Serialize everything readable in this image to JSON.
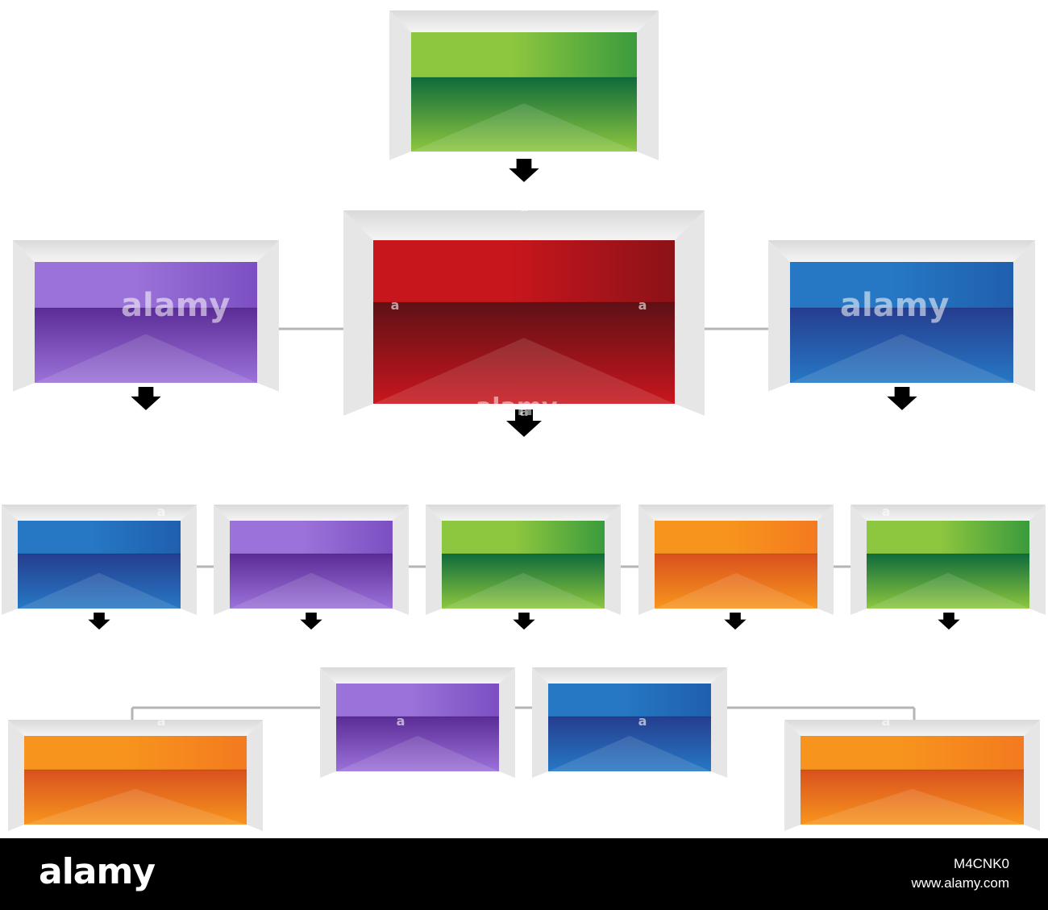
{
  "watermark": {
    "brand": "alamy",
    "mark": "a"
  },
  "footer": {
    "logo": "alamy",
    "image_id": "M4CNK0",
    "url": "www.alamy.com"
  },
  "palette": {
    "green": [
      "#8dc63f",
      "#3a9b3d",
      "#0e6b3b"
    ],
    "red": [
      "#c8161d",
      "#8b1217",
      "#5e1116"
    ],
    "purple": [
      "#9b72d9",
      "#7b4fc2",
      "#5b2c96"
    ],
    "blue": [
      "#2678c4",
      "#1f5fae",
      "#263d8f"
    ],
    "orange": [
      "#f7941d",
      "#f47a1f",
      "#d9501e"
    ]
  },
  "diagram": {
    "type": "org-chart",
    "boxes": [
      {
        "id": "top",
        "color": "green"
      },
      {
        "id": "mid-left",
        "color": "purple"
      },
      {
        "id": "mid-center",
        "color": "red"
      },
      {
        "id": "mid-right",
        "color": "blue"
      },
      {
        "id": "row3-1",
        "color": "blue"
      },
      {
        "id": "row3-2",
        "color": "purple"
      },
      {
        "id": "row3-3",
        "color": "green"
      },
      {
        "id": "row3-4",
        "color": "orange"
      },
      {
        "id": "row3-5",
        "color": "green"
      },
      {
        "id": "row4-left",
        "color": "orange"
      },
      {
        "id": "row4-purple",
        "color": "purple"
      },
      {
        "id": "row4-blue",
        "color": "blue"
      },
      {
        "id": "row4-right",
        "color": "orange"
      }
    ],
    "arrows": [
      "top→mid-center",
      "mid-left→down",
      "mid-center→row3",
      "mid-right→down",
      "row3-1→down",
      "row3-2→down",
      "row3-3→down",
      "row3-4→down",
      "row3-5→down"
    ],
    "connectors": [
      "mid-left—mid-center",
      "mid-center—mid-right",
      "row3 horizontal",
      "row4 horizontal"
    ]
  }
}
